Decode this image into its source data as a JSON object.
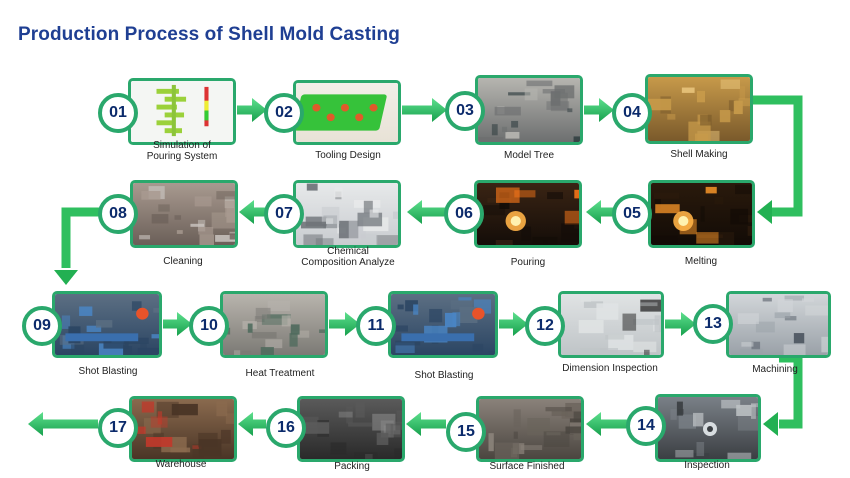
{
  "title": "Production Process of Shell Mold Casting",
  "colors": {
    "title": "#1f3f93",
    "accent": "#2aa86c",
    "number": "#0b2a6b"
  },
  "steps": [
    {
      "num": "01",
      "label": "Simulation of\nPouring System"
    },
    {
      "num": "02",
      "label": "Tooling Design"
    },
    {
      "num": "03",
      "label": "Model Tree"
    },
    {
      "num": "04",
      "label": "Shell Making"
    },
    {
      "num": "05",
      "label": "Melting"
    },
    {
      "num": "06",
      "label": "Pouring"
    },
    {
      "num": "07",
      "label": "Chemical\nComposition Analyze"
    },
    {
      "num": "08",
      "label": "Cleaning"
    },
    {
      "num": "09",
      "label": "Shot Blasting"
    },
    {
      "num": "10",
      "label": "Heat Treatment"
    },
    {
      "num": "11",
      "label": "Shot Blasting"
    },
    {
      "num": "12",
      "label": "Dimension Inspection"
    },
    {
      "num": "13",
      "label": "Machining"
    },
    {
      "num": "14",
      "label": "Inspection"
    },
    {
      "num": "15",
      "label": "Surface Finished"
    },
    {
      "num": "16",
      "label": "Packing"
    },
    {
      "num": "17",
      "label": "Warehouse"
    }
  ]
}
